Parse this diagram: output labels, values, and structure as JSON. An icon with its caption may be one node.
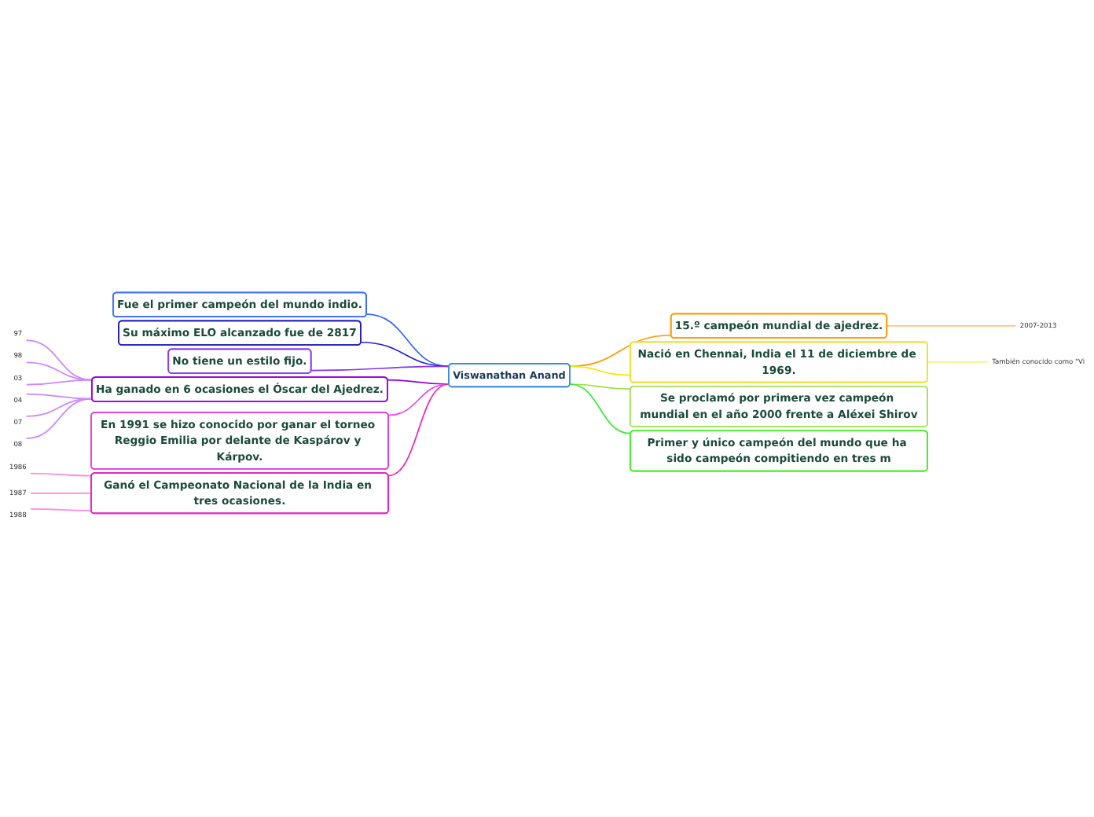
{
  "diagram": {
    "nodes": [
      {
        "text": [
          "Viswanathan Anand"
        ]
      },
      {
        "text": [
          "15.º campeón mundial de ajedrez."
        ]
      },
      {
        "text": [
          "2007-2013"
        ]
      },
      {
        "text": [
          "Nació en Chennai, India el 11 de diciembre de 1969."
        ]
      },
      {
        "text": [
          "También conocido como \"Vi"
        ]
      },
      {
        "text": [
          "Se proclamó por primera vez campeón mundial en el año 2000 frente a Aléxei Shirov"
        ]
      },
      {
        "text": [
          "Primer y único campeón del mundo que ha sido campeón compitiendo en tres m"
        ]
      },
      {
        "text": [
          "Fue el primer campeón del mundo indio."
        ]
      },
      {
        "text": [
          "Su máximo ELO alcanzado fue de 2817"
        ]
      },
      {
        "text": [
          "No tiene un estilo fijo."
        ]
      },
      {
        "text": [
          "Ha ganado en 6 ocasiones el Óscar del Ajedrez."
        ]
      },
      {
        "text": [
          "97"
        ]
      },
      {
        "text": [
          "98"
        ]
      },
      {
        "text": [
          "03"
        ]
      },
      {
        "text": [
          "04"
        ]
      },
      {
        "text": [
          "07"
        ]
      },
      {
        "text": [
          "08"
        ]
      },
      {
        "text": [
          "En 1991 se hizo conocido por ganar el torneo Reggio Emilia por delante de Kaspárov y Kárpov."
        ]
      },
      {
        "text": [
          "Ganó el Campeonato Nacional de la India en tres ocasiones."
        ]
      },
      {
        "text": [
          "1986"
        ]
      },
      {
        "text": [
          "1987"
        ]
      },
      {
        "text": [
          "1988"
        ]
      }
    ],
    "edges": [
      {
        "from": 0,
        "to": 1,
        "arrow": "none",
        "color": "#ff9900"
      },
      {
        "from": 1,
        "to": 2,
        "arrow": "none",
        "color": "#ffc080"
      },
      {
        "from": 0,
        "to": 3,
        "arrow": "none",
        "color": "#f5e800"
      },
      {
        "from": 3,
        "to": 4,
        "arrow": "none",
        "color": "#f5f080"
      },
      {
        "from": 0,
        "to": 5,
        "arrow": "none",
        "color": "#9be040"
      },
      {
        "from": 0,
        "to": 6,
        "arrow": "none",
        "color": "#33ee33"
      },
      {
        "from": 7,
        "to": 0,
        "arrow": "none",
        "color": "#3366ff"
      },
      {
        "from": 8,
        "to": 0,
        "arrow": "none",
        "color": "#2222cc"
      },
      {
        "from": 9,
        "to": 0,
        "arrow": "none",
        "color": "#8833ee"
      },
      {
        "from": 10,
        "to": 0,
        "arrow": "none",
        "color": "#9900dd"
      },
      {
        "from": 11,
        "to": 10,
        "arrow": "none",
        "color": "#cc88ff"
      },
      {
        "from": 12,
        "to": 10,
        "arrow": "none",
        "color": "#cc88ff"
      },
      {
        "from": 13,
        "to": 10,
        "arrow": "none",
        "color": "#cc88ff"
      },
      {
        "from": 14,
        "to": 10,
        "arrow": "none",
        "color": "#cc88ff"
      },
      {
        "from": 15,
        "to": 10,
        "arrow": "none",
        "color": "#cc88ff"
      },
      {
        "from": 16,
        "to": 10,
        "arrow": "none",
        "color": "#cc88ff"
      },
      {
        "from": 17,
        "to": 0,
        "arrow": "none",
        "color": "#ee44ee"
      },
      {
        "from": 18,
        "to": 0,
        "arrow": "none",
        "color": "#ee22bb"
      },
      {
        "from": 19,
        "to": 18,
        "arrow": "none",
        "color": "#ff88dd"
      },
      {
        "from": 20,
        "to": 18,
        "arrow": "none",
        "color": "#ff88dd"
      },
      {
        "from": 21,
        "to": 18,
        "arrow": "none",
        "color": "#ff88dd"
      }
    ]
  }
}
